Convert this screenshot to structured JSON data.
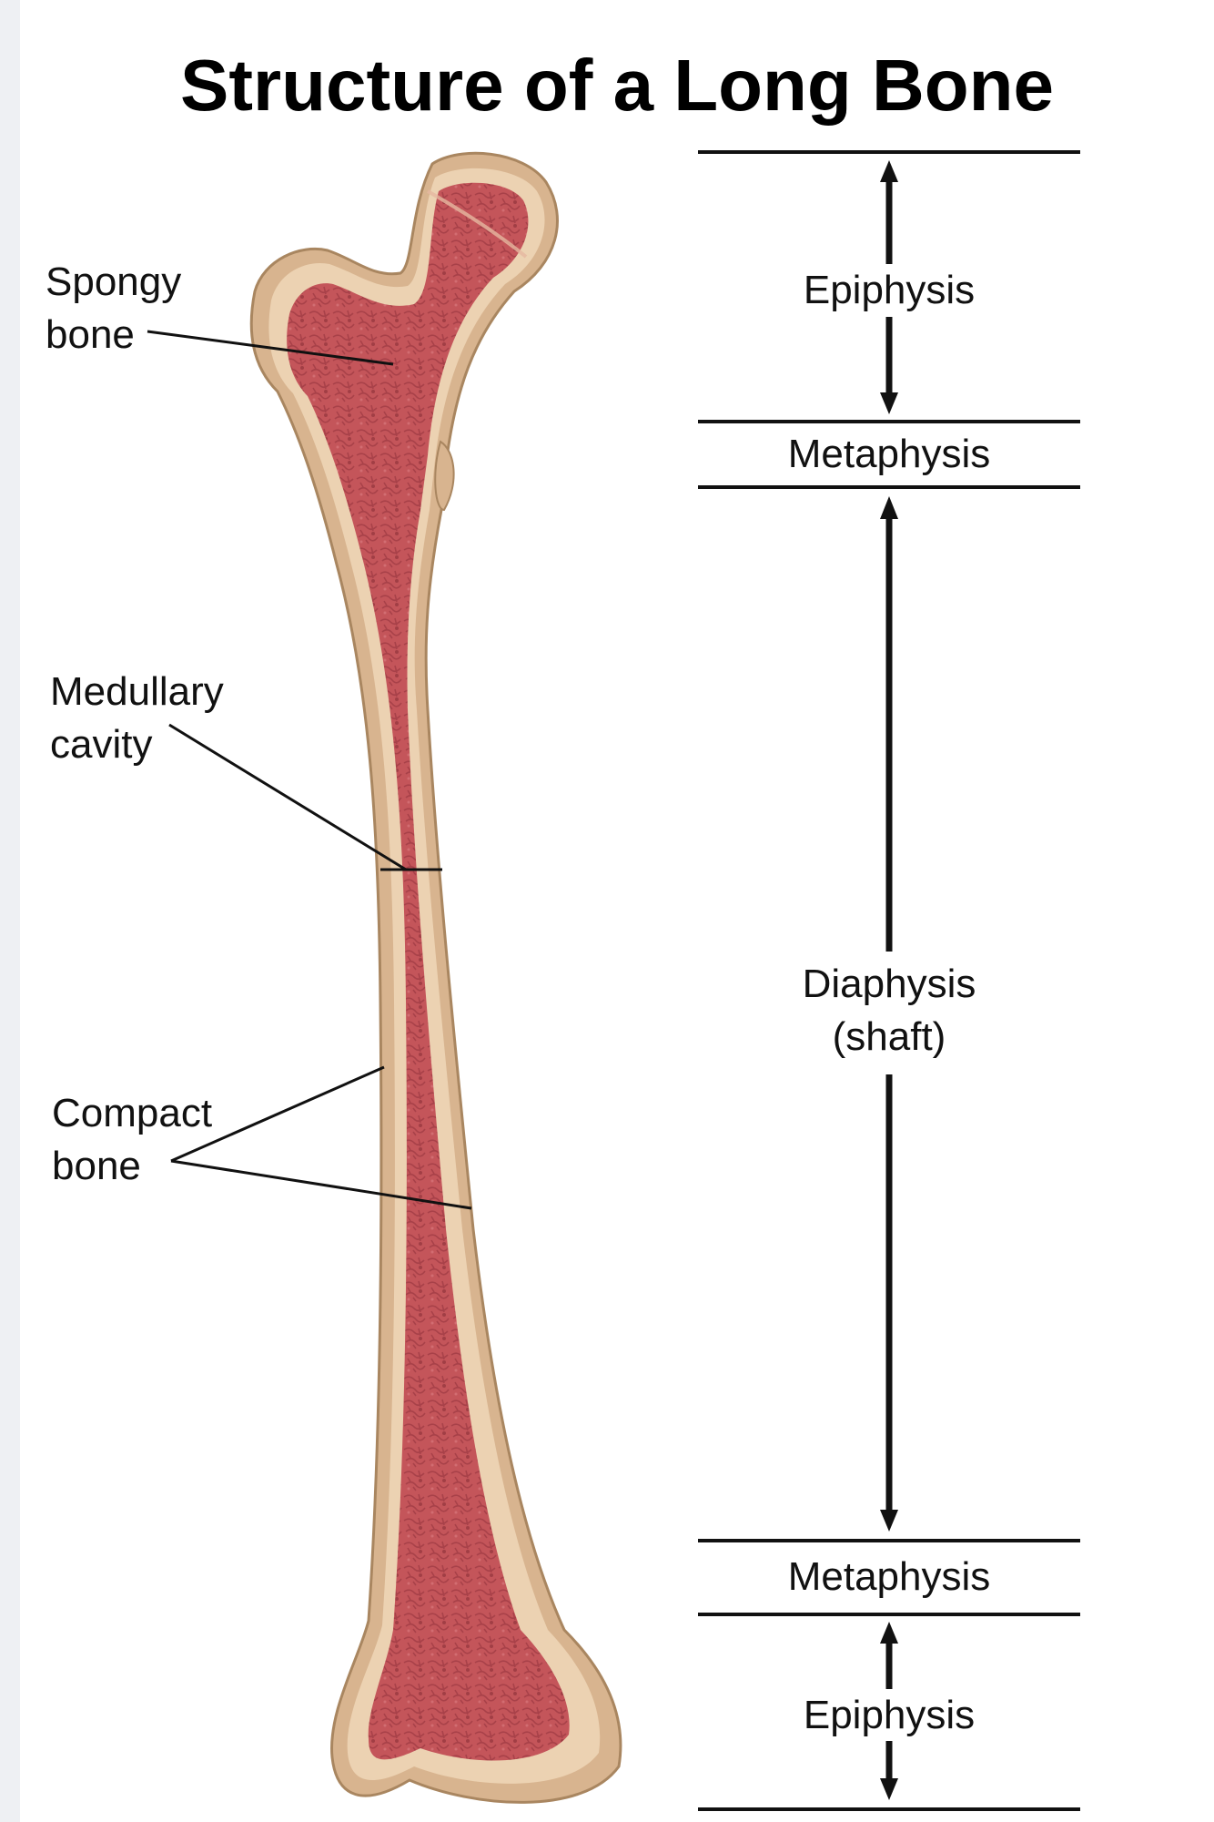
{
  "title": "Structure of a Long Bone",
  "left_labels": {
    "spongy_bone": [
      "Spongy",
      "bone"
    ],
    "medullary_cavity": [
      "Medullary",
      "cavity"
    ],
    "compact_bone": [
      "Compact",
      "bone"
    ]
  },
  "regions": {
    "epiphysis_top": "Epiphysis",
    "metaphysis_top": "Metaphysis",
    "diaphysis": [
      "Diaphysis",
      "(shaft)"
    ],
    "metaphysis_bottom": "Metaphysis",
    "epiphysis_bottom": "Epiphysis"
  },
  "colors": {
    "periosteum": "#d8b48f",
    "compact_bone": "#ecd2b2",
    "marrow": "#c4555a",
    "marrow_texture": "#9e3b42"
  }
}
